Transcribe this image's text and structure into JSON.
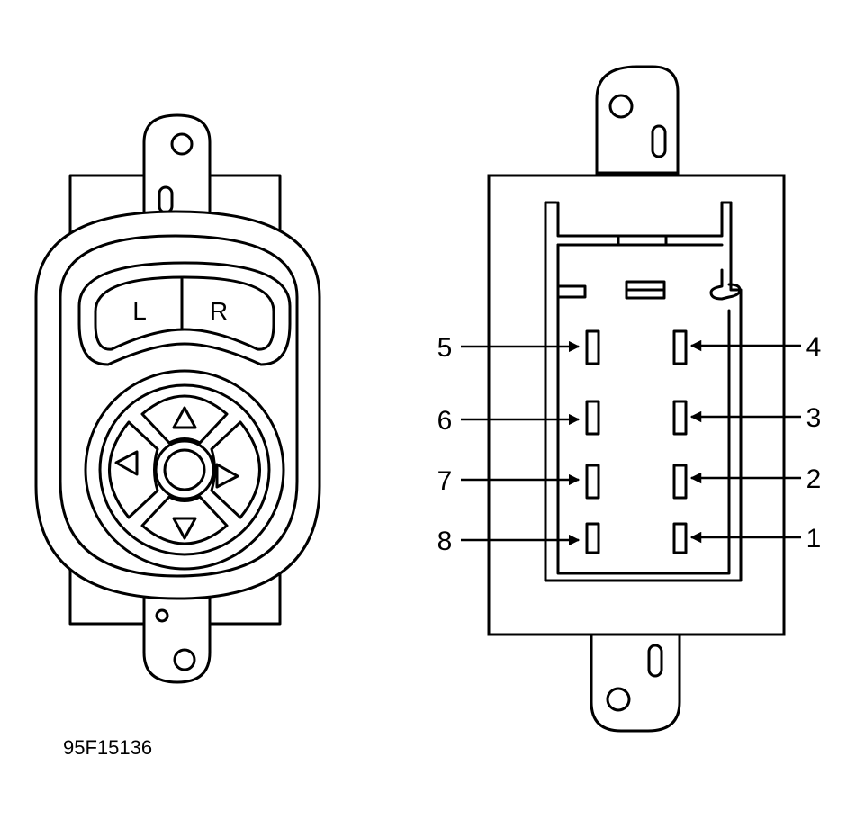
{
  "switch_face": {
    "left_button": "L",
    "right_button": "R",
    "arrows": [
      "up-arrow-icon",
      "down-arrow-icon",
      "left-arrow-icon",
      "right-arrow-icon"
    ]
  },
  "connector": {
    "pins": [
      "1",
      "2",
      "3",
      "4",
      "5",
      "6",
      "7",
      "8"
    ]
  },
  "figure_code": "95F15136"
}
